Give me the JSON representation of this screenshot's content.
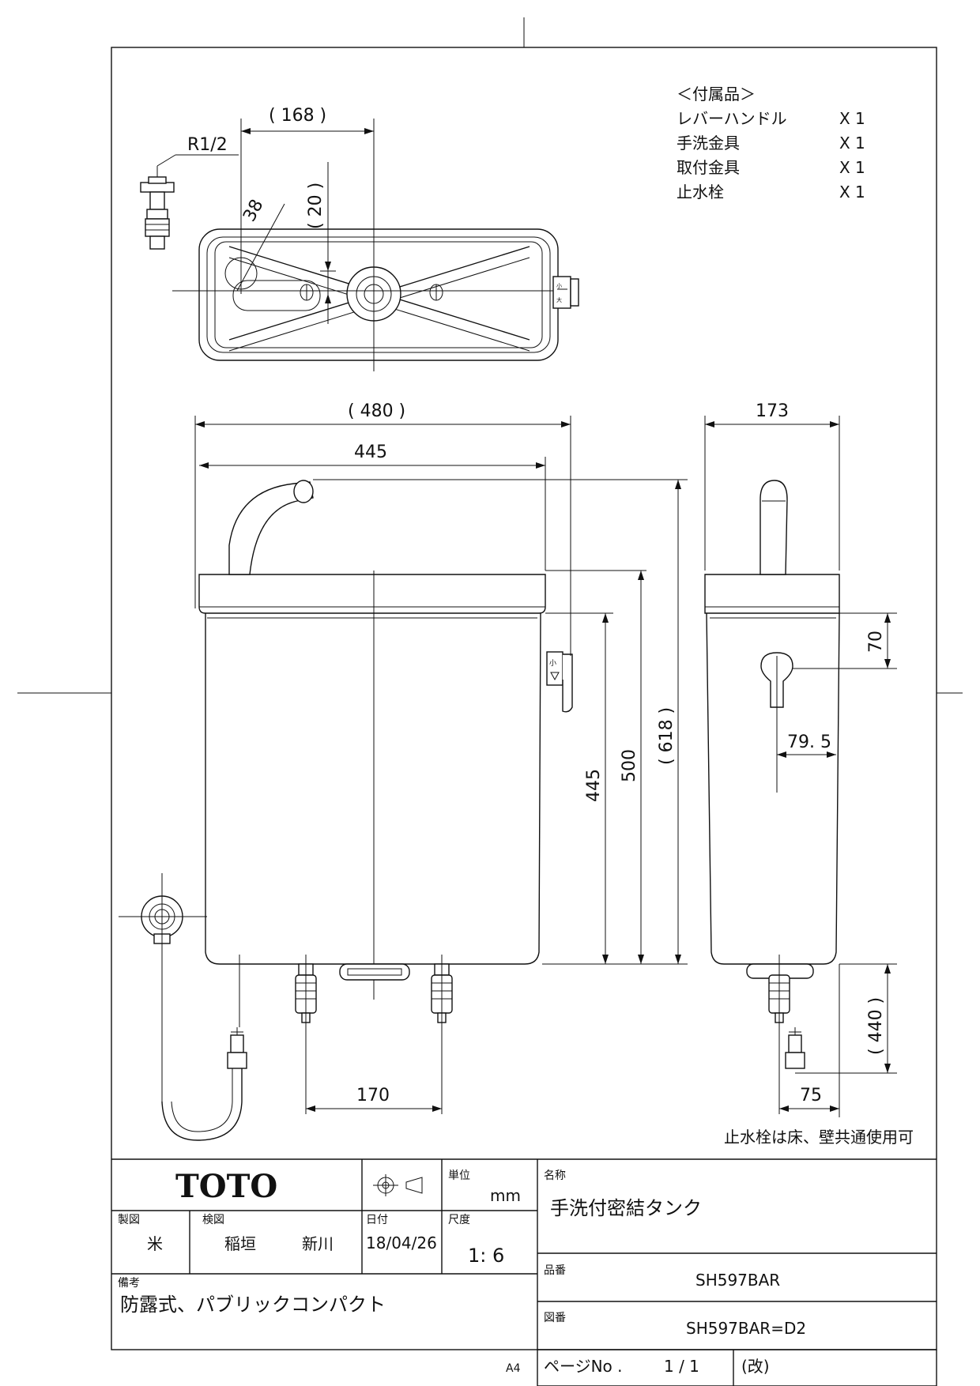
{
  "accessories": {
    "header": "＜付属品＞",
    "items": [
      {
        "name": "レバーハンドル",
        "qty": "X 1"
      },
      {
        "name": "手洗金具",
        "qty": "X 1"
      },
      {
        "name": "取付金具",
        "qty": "X 1"
      },
      {
        "name": "止水栓",
        "qty": "X 1"
      }
    ]
  },
  "dimensions": {
    "top_view": {
      "d168": "( 168 )",
      "r12": "R1/2",
      "d38": "38",
      "d20": "( 20 )"
    },
    "front_view": {
      "d480": "( 480 )",
      "d445w": "445",
      "d445h": "445",
      "d500": "500",
      "d618": "( 618 )",
      "d170": "170"
    },
    "side_view": {
      "d173": "173",
      "d70": "70",
      "d79_5": "79. 5",
      "d440": "( 440 )",
      "d75": "75"
    },
    "lever_small": "小",
    "lever_big": "大"
  },
  "note": "止水栓は床、壁共通使用可",
  "title_block": {
    "logo": "TOTO",
    "unit_label": "単位",
    "unit_value": "mm",
    "name_label": "名称",
    "name_value": "手洗付密結タンク",
    "drawn_label": "製図",
    "drawn_value": "米",
    "checked_label": "検図",
    "checked_value1": "稲垣",
    "checked_value2": "新川",
    "date_label": "日付",
    "date_value": "18/04/26",
    "scale_label": "尺度",
    "scale_value": "1: 6",
    "part_label": "品番",
    "part_value": "SH597BAR",
    "remarks_label": "備考",
    "remarks_value": "防露式、パブリックコンパクト",
    "drawing_label": "図番",
    "drawing_value": "SH597BAR=D2",
    "paper_size": "A4",
    "page_label": "ページNo .",
    "page_value": "1 / 1",
    "revision_label": "(改)"
  }
}
